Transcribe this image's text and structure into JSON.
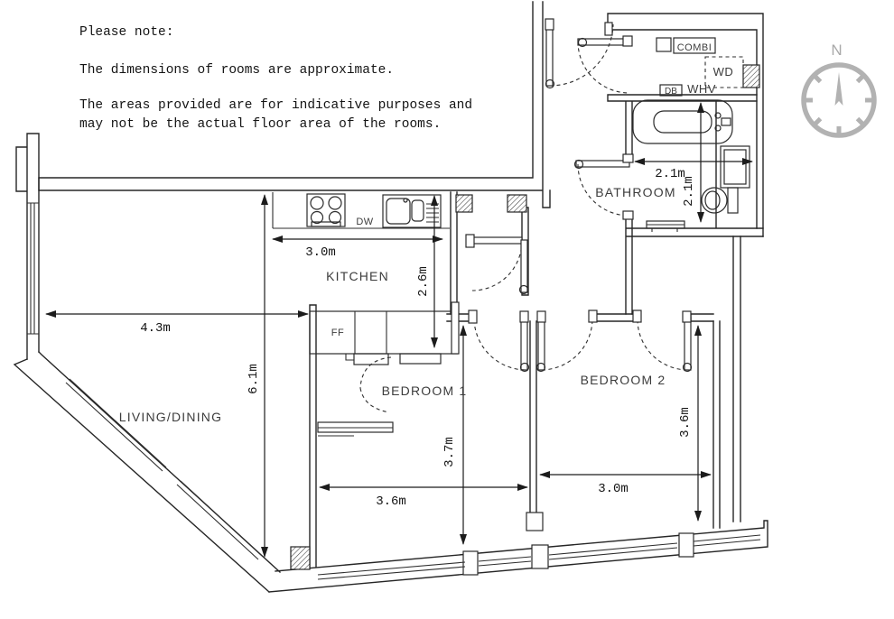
{
  "note": {
    "title": "Please note:",
    "line1": "The dimensions of rooms are approximate.",
    "line2": "The areas provided are for indicative purposes and",
    "line3": "may not be the actual floor area of the rooms."
  },
  "compass": {
    "north_label": "N"
  },
  "rooms": {
    "bathroom": {
      "name": "BATHROOM",
      "width": "2.1m",
      "height": "2.1m"
    },
    "kitchen": {
      "name": "KITCHEN",
      "width": "3.0m",
      "height": "2.6m"
    },
    "living_dining": {
      "name": "LIVING/DINING",
      "width": "4.3m",
      "height": "6.1m"
    },
    "bedroom1": {
      "name": "BEDROOM 1",
      "width": "3.6m",
      "height": "3.7m"
    },
    "bedroom2": {
      "name": "BEDROOM 2",
      "width": "3.0m",
      "height": "3.6m"
    }
  },
  "fixtures": {
    "dishwasher": "DW",
    "fridge_freezer": "FF",
    "combi_boiler": "COMBI",
    "washer_dryer": "WD",
    "water_heater_vent": "WHV",
    "distribution_board": "DB"
  },
  "colors": {
    "plan_line": "#262626",
    "label_text": "#3c3c3c",
    "dim_text": "#141414",
    "compass_gray": "#b2b2b2"
  }
}
